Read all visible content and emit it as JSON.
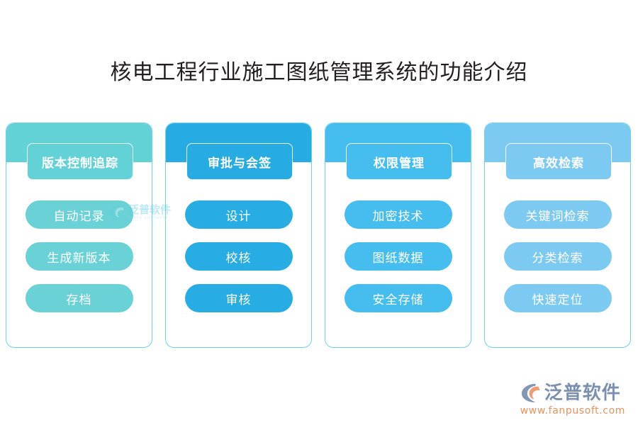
{
  "page": {
    "title": "核电工程行业施工图纸管理系统的功能介绍",
    "background": "#ffffff"
  },
  "cards": [
    {
      "header": "版本控制追踪",
      "color": "#63d2d6",
      "pill_color": "#6ad2d6",
      "items": [
        {
          "label": "自动记录"
        },
        {
          "label": "生成新版本"
        },
        {
          "label": "存档"
        }
      ]
    },
    {
      "header": "审批与会签",
      "color": "#26abe3",
      "pill_color": "#27ace4",
      "items": [
        {
          "label": "设计"
        },
        {
          "label": "校核"
        },
        {
          "label": "审核"
        }
      ]
    },
    {
      "header": "权限管理",
      "color": "#45bdee",
      "pill_color": "#45bdee",
      "items": [
        {
          "label": "加密技术"
        },
        {
          "label": "图纸数据"
        },
        {
          "label": "安全存储"
        }
      ]
    },
    {
      "header": "高效检索",
      "color": "#7cc9f2",
      "pill_color": "#7cc9f2",
      "items": [
        {
          "label": "关键词检索"
        },
        {
          "label": "分类检索"
        },
        {
          "label": "快速定位"
        }
      ]
    }
  ],
  "watermark": {
    "brand_cn": "泛普软件",
    "brand_en": "FANPU SOFTWARE",
    "color": "#5ec9de"
  },
  "logo": {
    "brand_cn": "泛普软件",
    "url": "www.fanpusoft.com",
    "mark_color": "#8497b5",
    "leaf_color": "#ef9a72",
    "text_color": "#7b8fae",
    "url_color": "#e8915c"
  }
}
